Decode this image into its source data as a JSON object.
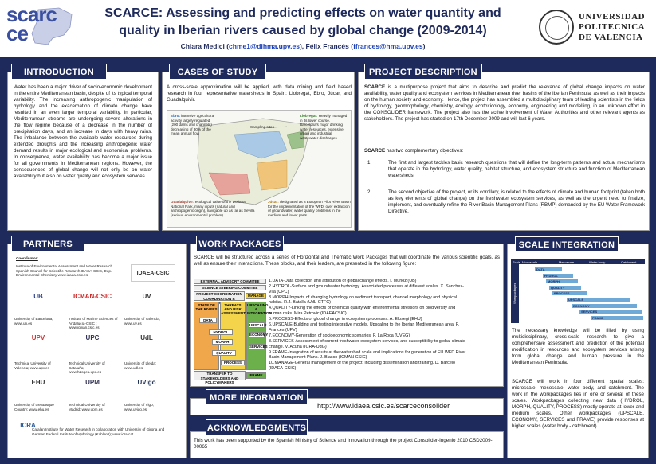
{
  "header": {
    "logo_text_top": "scarc",
    "logo_text_bottom": "ce",
    "title_line1": "SCARCE: Assessing and predicting effects on water quantity and",
    "title_line2": "quality in Iberian rivers caused by global change (2009-2014)",
    "author1": "Chiara Medici (",
    "email1": "chme1@dihma.upv.es",
    "author2": "), Félix Francés (",
    "email2": "ffrances@hma.upv.es",
    "author_end": ")",
    "univ_line1": "UNIVERSIDAD",
    "univ_line2": "POLITECNICA",
    "univ_line3": "DE VALENCIA"
  },
  "introduction": {
    "title": "INTRODUCTION",
    "text": "Water has been a major driver of socio-economic development in the entire Mediterranean basin, despite of its typical temporal variability. The increasing anthropogenic manipulation of hydrology and the exacerbation of climate change have resulted in an even larger temporal variability. In particular, Mediterranean streams are undergoing severe alterations in the flow regime because of a decrease in the number of precipitation days, and an increase in days with heavy rains. The imbalance between the available water resources during extended droughts and the increasing anthropogenic water demand results in major ecological and economical problems. In consequence, water availability has become a major issue for all governments in Mediterranean regions. However, the consequences of global change will not only be on water availability but also on water quality and ecosystem services."
  },
  "cases": {
    "title": "CASES OF STUDY",
    "text": "A cross-scale approximation will be applied, with data mining and field based research in four representative watersheds in Spain: Llobregat, Ebro, Júcar, and Guadalquivir.",
    "ebro_label": "Ebro:",
    "ebro_text": "intensive agricultural activity largely regulated (200 dams and channels) decreasing of 30% of the mean annual flow",
    "sampling": "Sampling sites",
    "llob_label": "Llobregat:",
    "llob_text": "Heavily managed in its lower course. Barcelona's major drinking water resources, extensive urban and industrial wastewater discharges",
    "guad_label": "Guadalquivir:",
    "guad_text": "ecological value of the Doñana National Park, many inputs (natural and anthropogenic origin), navigable up as far as Sevilla (serious environmental problem)",
    "jucar_label": "Júcar:",
    "jucar_text": "designated as a European Pilot River Basin for the implementation of the WFD, over extraction of groundwater, water quality problems in the medium and lower parts"
  },
  "project": {
    "title": "PROJECT DESCRIPTION",
    "p1_bold": "SCARCE",
    "p1": " is a multipurpose project that aims to describe and predict the relevance of global change impacts on water availability, water quality and ecosystem services in Mediterranean river basins of the Iberian Peninsula, as well as their impacts on the human society and economy. Hence, the project has assembled a multidisciplinary team of leading scientists in the fields of hydrology, geomorphology, chemistry, ecology, ecotoxicology, economy, engineering and modelling, in an unknown effort in the CONSOLIDER framework. The project also has the active involvement of Water Authorities and other relevant agents as stakeholders. The project has started on 17th December 2009 and will last 6 years.",
    "p2_bold": "SCARCE",
    "p2": " has two complementary objectives:",
    "o1_num": "1.",
    "o1": "The first and largest tackles basic research questions that will define the long-term patterns and actual mechanisms that operate in the hydrology, water quality, habitat structure, and ecosystem structure and function of Mediterranean watersheds.",
    "o2_num": "2.",
    "o2": "The second objective of the project, or its corollary, is related to the effects of climate and human footprint (taken both as key elements of global change) on the freshwater ecosystem services, as well as the urgent need to finalize, implement, and eventually refine the River Basin Management Plans (RBMP) demanded by the EU Water Framework Directive."
  },
  "partners": {
    "title": "PARTNERS",
    "coordinator_label": "Coordinator:",
    "coordinator": "Institute of Environmental Assessment and Water Research Spanish Council for Scientific Research IDAEA-CSIC, Dep. Environmental Chemistry www.idaea.csic.es",
    "coord_logo": "IDAEA-CSIC",
    "row1": [
      {
        "logo": "UB",
        "text": "University of Barcelona; www.ub.es"
      },
      {
        "logo": "ICMAN-CSIC",
        "text": "Institute of Marine Sciences of Andalucía-CSIC ; www.icman.csic.es"
      },
      {
        "logo": "UV",
        "text": "University of Valencia; www.uv.es"
      }
    ],
    "row2": [
      {
        "logo": "UPV",
        "text": "Technical University of Valencia; www.upv.es"
      },
      {
        "logo": "UPC",
        "text": "Technical University of Cataluña; www.h2ogea.upc.es"
      },
      {
        "logo": "UdL",
        "text": "University of Lleida; www.udl.es"
      }
    ],
    "row3": [
      {
        "logo": "EHU",
        "text": "University of the Basque Country; www.ehu.es"
      },
      {
        "logo": "UPM",
        "text": "Technical University of Madrid; www.upm.es"
      },
      {
        "logo": "UVigo",
        "text": "University of Vigo; www.uvigo.es"
      }
    ],
    "icra_logo": "ICRA",
    "icra_text": "Catalan Institute for Water Research in collaboration with University of Girona and German Federal Institute of Hydrology (Koblenz); www.icra.cat"
  },
  "workpackages": {
    "title": "WORK PACKAGES",
    "intro": "SCARCE will be structured across a series of Horizontal and Thematic Work Packages that will coordinate the various scientific goals, as well as ensure their interactions. These blocks, and their leaders, are presented in the following figure:",
    "diagram": {
      "ext": "EXTERNAL ADVISORY COMMITEE",
      "steer": "SCIENCE STEERING COMMITEE",
      "coord": "PROJECT COORDINATION COORDINATION & TRAINING",
      "manage": "MANAGE",
      "state": "STATE OF THE RIVERS",
      "threat": "THREATS AND RISK ASSESSMENT",
      "upscale_head": "UPSCALING & INTEGRATION",
      "data": "DATA",
      "hydrol": "HYDROL",
      "morph": "MORPH",
      "quality": "QUALITY",
      "process": "PROCESS",
      "upscale": "UPSCALE",
      "economy": "ECONOMY",
      "services": "SERVICES",
      "transfer": "TRANSFER TO STAKEHOLDERS AND POLICYMAKERS",
      "frame": "FRAME"
    },
    "items": [
      "1.DATA-Data collection and attribution of global change effects. I. Muñoz (UB)",
      "2.HYDROL-Surface and groundwater hydrology. Associated processes at different scales. X. Sánchez-Vila (UPC)",
      "3.MORPH-Impacts of changing hydrology on sediment transport, channel morphology and physical habitat. R.J. Batalla (UdL-CTFC)",
      "4.QUALITY-Linking the effects of chemical quality with environmental stressors on biodiversity and human risks. Mira Petrovic (IDAEACSIC)",
      "5.PROCESS-Effects of global change in ecosystem processes. A. Elosegi (EHU)",
      "6.UPSCALE-Building and testing integrative models. Upscaling to the Iberian Mediterranean area. F. Francés (UPV)",
      "7.ECONOMY-Generation of socioeconomic scenarios. F. La Roca (UVEG)",
      "8.SERVICES-Assessment of current freshwater ecosystem services, and susceptibility to global climate change. V. Acuña (ICRA-UdG)",
      "9.FRAME-Integration of results at the watershed scale and implications for generation of EU WFD River Basin Management Plans. J. Blasco (ICMAN-CSIC)",
      "10.MANAGE-General management of the project, including dissemination and training. D. Barceló (IDAEA-CSIC)"
    ]
  },
  "scale": {
    "title": "SCALE INTEGRATION",
    "head_scale": "Scale",
    "head_micro": "Microscale",
    "head_meso": "Mesoscale",
    "head_water": "Water body",
    "head_catch": "Catchment",
    "wp_label": "Workpackages",
    "bars": [
      "DATA",
      "HYDROL",
      "MORPH",
      "QUALITY",
      "PROCESS",
      "UPSCALE",
      "ECONOMY",
      "SERVICES",
      "FRAME"
    ],
    "p1": "The necessary knowledge will be filled by using multidisciplinary, cross-scale research to give a comprehensive assessment and prediction of the potential modification in resources and ecosystem services arising from global change and human pressure in the Mediterranean Peninsula.",
    "p2": "SCARCE will work in four different spatial scales: microscale, mesoscale, water body, and catchment. The work in the workpackages lies in one or several of these scales. Workpackages collecting new data (HYDROL, MORPH, QUALITY, PROCESS) mostly operate at lower and medium scales. Other workpackages (UPSCALE, ECONOMY, SERVICES and FRAME) provide responses at higher scales (water body - catchment)."
  },
  "more": {
    "title": "MORE INFORMATION",
    "url": "http://www.idaea.csic.es/scarceconsolider"
  },
  "ack": {
    "title": "ACKNOWLEDGMENTS",
    "text": "This work has been supported by the Spanish Ministry of Science and Innovation through the project Consolider-Ingenio 2010 CSD2009-00065"
  },
  "colors": {
    "navy": "#1f2a5c",
    "bar": "#6fa9d8",
    "wp_yellow": "#f3d44a",
    "wp_orange": "#f0a64a",
    "wp_green": "#6bb04a"
  }
}
